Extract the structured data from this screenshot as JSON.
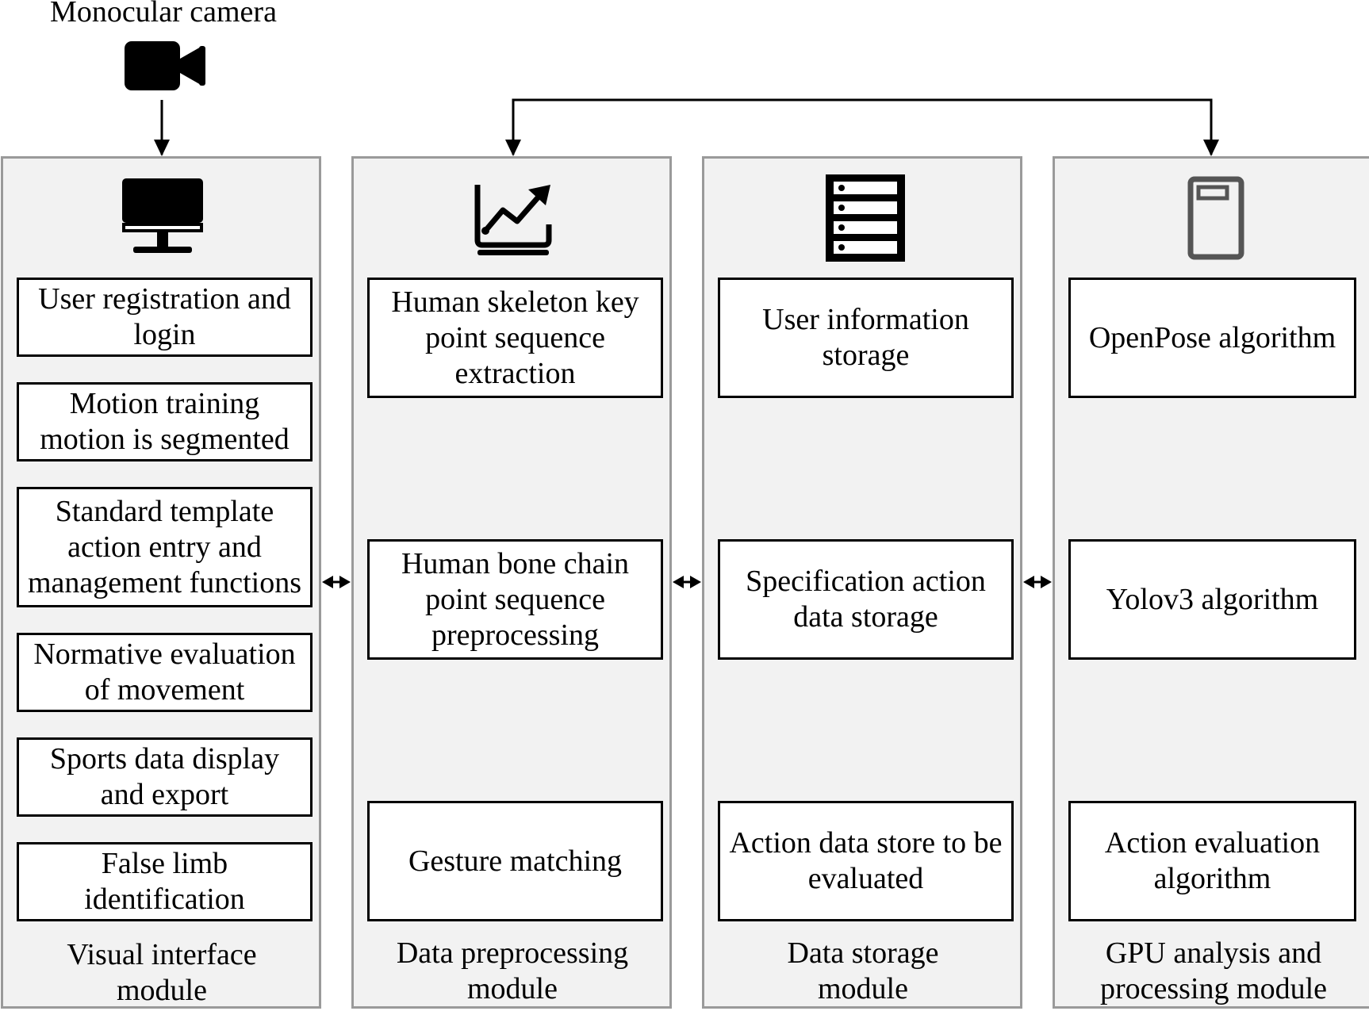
{
  "camera": {
    "label": "Monocular camera",
    "icon": "video-camera-icon"
  },
  "columns": [
    {
      "id": "visual-interface",
      "icon": "monitor-icon",
      "label": "Visual interface module",
      "boxes": [
        "User registration and login",
        "Motion training motion is segmented",
        "Standard template action entry and management functions",
        "Normative evaluation of movement",
        "Sports data display and export",
        "False limb identification"
      ]
    },
    {
      "id": "data-preprocessing",
      "icon": "trend-chart-icon",
      "label": "Data preprocessing module",
      "boxes": [
        "Human skeleton key point sequence extraction",
        "Human bone chain point sequence preprocessing",
        "Gesture matching"
      ]
    },
    {
      "id": "data-storage",
      "icon": "server-rack-icon",
      "label": "Data storage module",
      "boxes": [
        "User information storage",
        "Specification action data storage",
        "Action data store to be evaluated"
      ]
    },
    {
      "id": "gpu-analysis",
      "icon": "server-tower-icon",
      "label": "GPU analysis and processing module",
      "boxes": [
        "OpenPose algorithm",
        "Yolov3 algorithm",
        "Action evaluation algorithm"
      ]
    }
  ],
  "colors": {
    "panel_fill": "#f2f2f2",
    "panel_border": "#9a9a9a",
    "box_border": "#000000",
    "icon_gray": "#555555"
  }
}
